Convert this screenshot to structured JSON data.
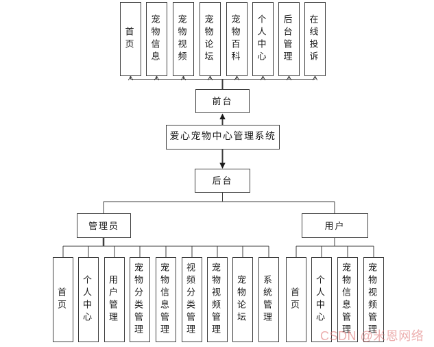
{
  "title": "爱心宠物中心管理系统",
  "frontend": {
    "label": "前台",
    "modules": [
      "首页",
      "宠物信息",
      "宠物视频",
      "宠物论坛",
      "宠物百科",
      "个人中心",
      "后台管理",
      "在线投诉"
    ]
  },
  "backend": {
    "label": "后台",
    "roles": [
      {
        "label": "管理员",
        "modules": [
          "首页",
          "个人中心",
          "用户管理",
          "宠物分类管理",
          "宠物信息管理",
          "视频分类管理",
          "宠物视频管理",
          "宠物论坛",
          "系统管理"
        ]
      },
      {
        "label": "用户",
        "modules": [
          "首页",
          "个人中心",
          "宠物信息管理",
          "宠物视频管理"
        ]
      }
    ]
  },
  "watermark": "CSDN @米恩网络",
  "colors": {
    "line": "#3d3d3d",
    "box_border": "#3d3d3d",
    "text": "#1a1a1a",
    "watermark": "#e07d7d",
    "background": "#ffffff"
  }
}
